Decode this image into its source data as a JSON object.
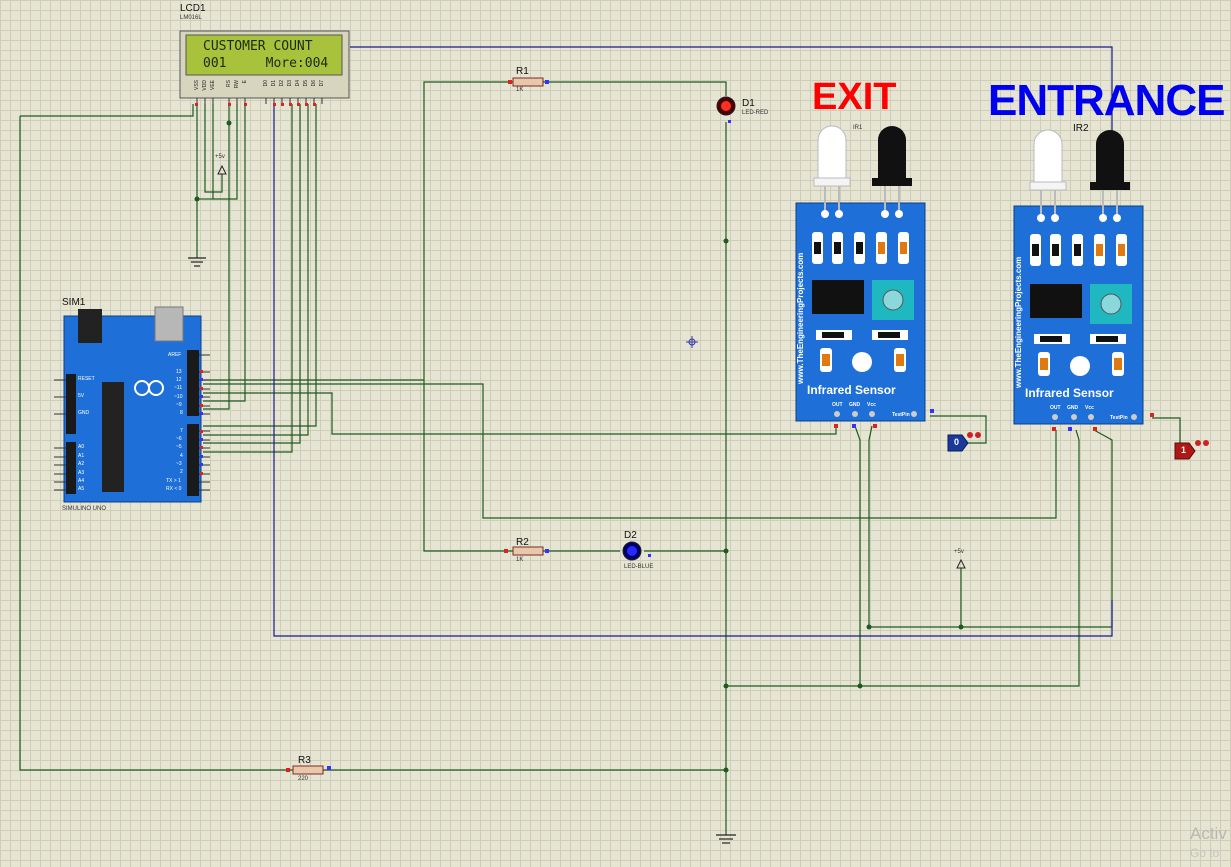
{
  "schematic": {
    "headings": {
      "exit": "EXIT",
      "entrance": "ENTRANCE"
    },
    "lcd": {
      "ref": "LCD1",
      "part": "LM016L",
      "line1": "CUSTOMER COUNT",
      "line2": "001     More:004",
      "pins": [
        "VSS",
        "VDD",
        "VEE",
        "RS",
        "RW",
        "E",
        "D0",
        "D1",
        "D2",
        "D3",
        "D4",
        "D5",
        "D6",
        "D7"
      ]
    },
    "r1": {
      "ref": "R1",
      "value": "1K"
    },
    "r2": {
      "ref": "R2",
      "value": "1K"
    },
    "r3": {
      "ref": "R3",
      "value": "220"
    },
    "d1": {
      "ref": "D1",
      "part": "LED-RED"
    },
    "d2": {
      "ref": "D2",
      "part": "LED-BLUE"
    },
    "sim": {
      "ref": "SIM1",
      "part": "SIMULINO UNO",
      "aref": "AREF",
      "digital_pins": [
        "13",
        "12",
        "~11",
        "~10",
        "~9",
        "8",
        "7",
        "~6",
        "~5",
        "4",
        "~3",
        "2",
        "TX > 1",
        "RX < 0"
      ],
      "analog_pins": [
        "A0",
        "A1",
        "A2",
        "A3",
        "A4",
        "A5"
      ],
      "power_labels": [
        "RESET",
        "5V",
        "GND"
      ]
    },
    "ir1": {
      "ref": "IR1",
      "title": "Infrared Sensor",
      "url": "www.TheEngineeringProjects.com",
      "pins": [
        "OUT",
        "GND",
        "Vcc"
      ],
      "test": "TestPin"
    },
    "ir2": {
      "ref": "IR2",
      "title": "Infrared Sensor",
      "url": "www.TheEngineeringProjects.com",
      "pins": [
        "OUT",
        "GND",
        "Vcc"
      ],
      "test": "TestPin"
    },
    "probe0": "0",
    "probe1": "1",
    "vcc_label_1": "+5v",
    "vcc_label_2": "+5v"
  },
  "watermark": {
    "line1": "Activ",
    "line2": "Go to"
  },
  "colors": {
    "wire_green": "#1d5a1d",
    "wire_blue": "#1a1a8c",
    "board_blue": "#1e6fd8",
    "exit_red": "#ff0000",
    "entrance_blue": "#0000ee",
    "lcd_green": "#a9c23c"
  }
}
